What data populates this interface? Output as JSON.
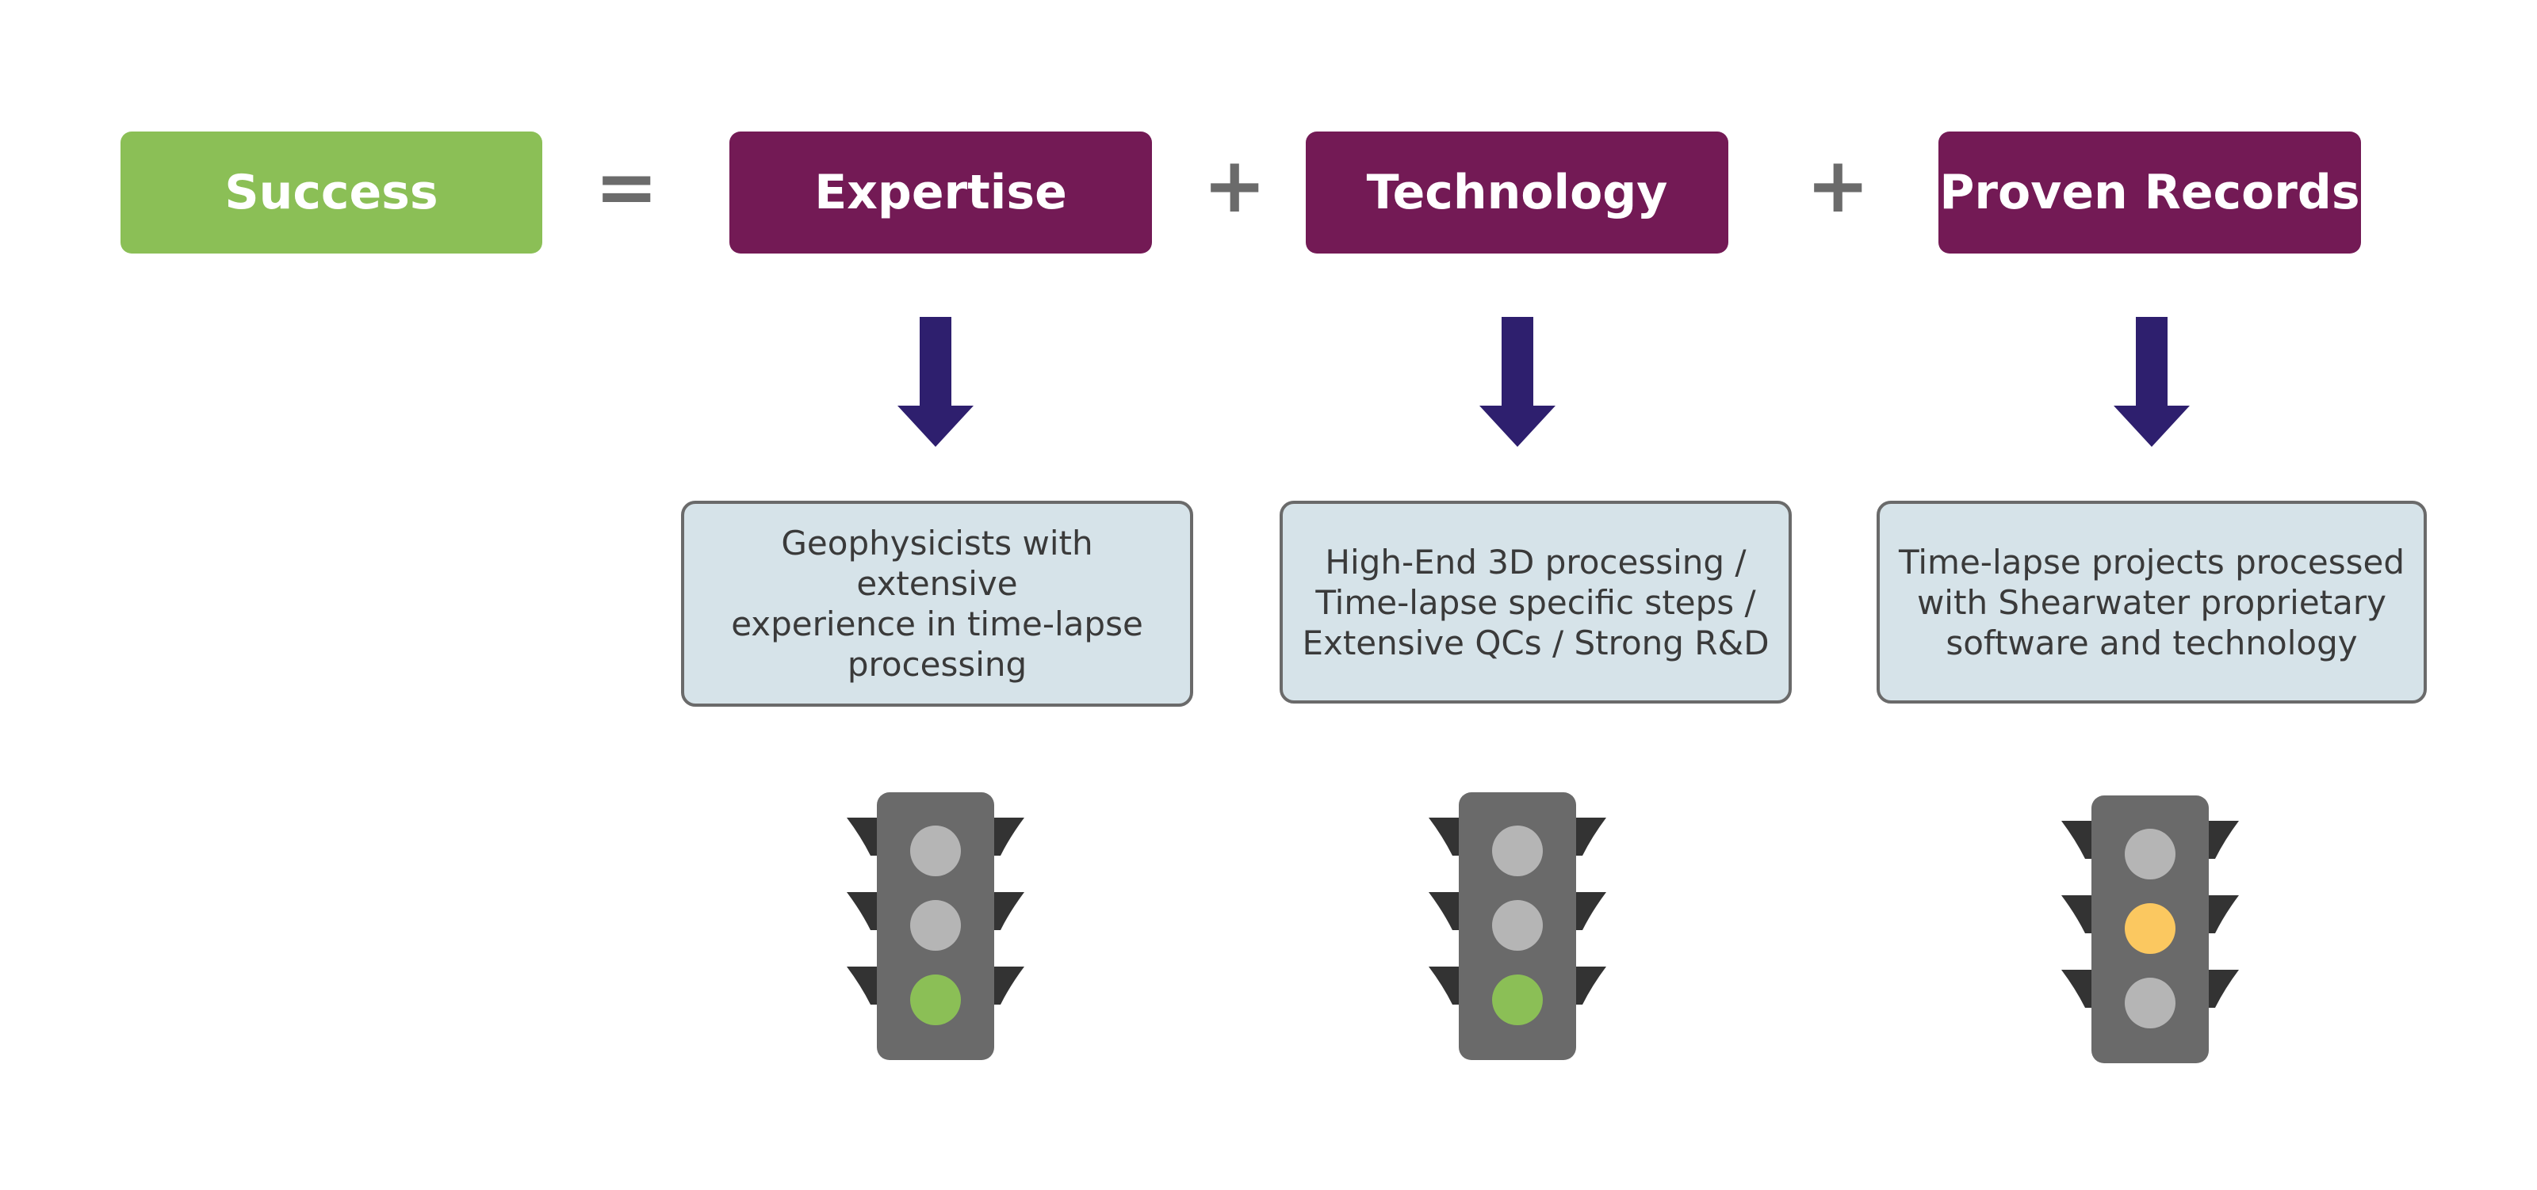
{
  "equation": {
    "result": "Success",
    "equals": "=",
    "plus": "+",
    "terms": [
      {
        "label": "Expertise",
        "description": "Geophysicists with extensive\nexperience in time-lapse\nprocessing",
        "signal": "green"
      },
      {
        "label": "Technology",
        "description": "High-End 3D processing /\nTime-lapse specific steps /\nExtensive QCs / Strong R&D",
        "signal": "green"
      },
      {
        "label": "Proven Records",
        "description": "Time-lapse projects processed\nwith Shearwater proprietary\nsoftware and technology",
        "signal": "amber"
      }
    ]
  },
  "colors": {
    "success": "#8bbf56",
    "term": "#731a55",
    "arrow": "#2e1f6e",
    "description_bg": "#d6e3e9",
    "light_green": "#8bbf56",
    "light_amber": "#fbc860",
    "light_off": "#b5b5b5",
    "light_body": "#6a6a6a",
    "light_wing": "#333333"
  },
  "icons": {
    "arrow": "arrow-down-icon",
    "signal": "traffic-light-icon"
  }
}
